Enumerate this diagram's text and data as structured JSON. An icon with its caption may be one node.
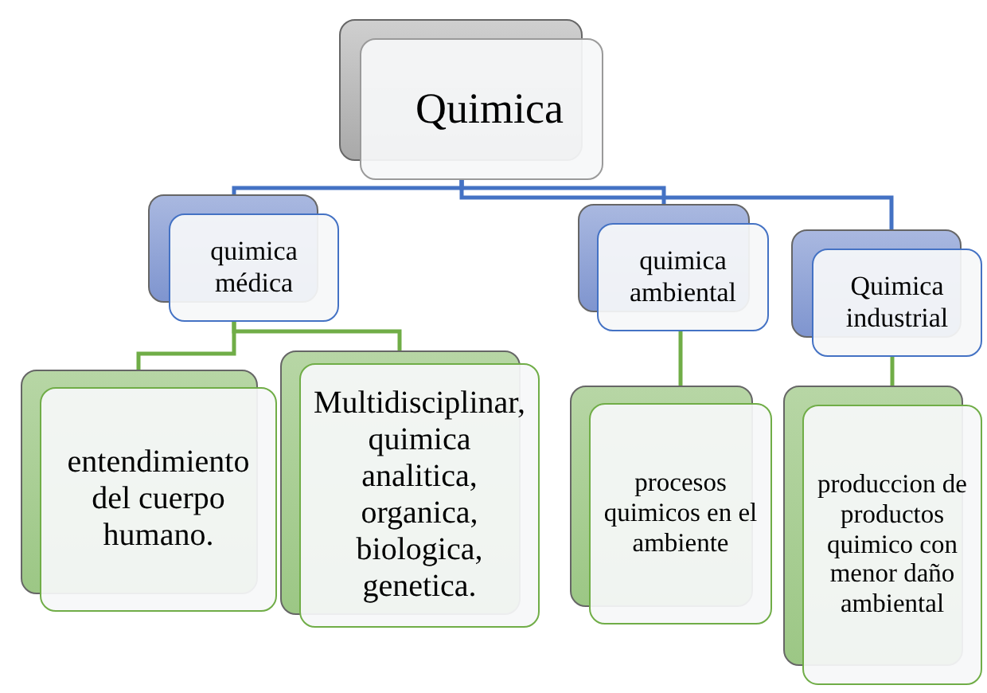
{
  "diagram": {
    "nodes": [
      {
        "text": [
          "Quimica"
        ]
      },
      {
        "text": [
          "quimica médica"
        ]
      },
      {
        "text": [
          "quimica ambiental"
        ]
      },
      {
        "text": [
          "Quimica industrial"
        ]
      },
      {
        "text": [
          "entendimiento del cuerpo humano."
        ]
      },
      {
        "text": [
          "Multidisciplinar, quimica analitica, organica, biologica, genetica."
        ]
      },
      {
        "text": [
          "procesos quimicos en el ambiente"
        ]
      },
      {
        "text": [
          "produccion de productos quimico con menor daño ambiental"
        ]
      }
    ],
    "edges": [
      {
        "from": 0,
        "to": 1,
        "arrow": "none",
        "color": "#4472c4"
      },
      {
        "from": 0,
        "to": 2,
        "arrow": "none",
        "color": "#4472c4"
      },
      {
        "from": 0,
        "to": 3,
        "arrow": "none",
        "color": "#4472c4"
      },
      {
        "from": 1,
        "to": 4,
        "arrow": "none"
      },
      {
        "from": 1,
        "to": 5,
        "arrow": "none"
      },
      {
        "from": 2,
        "to": 6,
        "arrow": "none"
      },
      {
        "from": 3,
        "to": 7,
        "arrow": "none"
      }
    ]
  }
}
